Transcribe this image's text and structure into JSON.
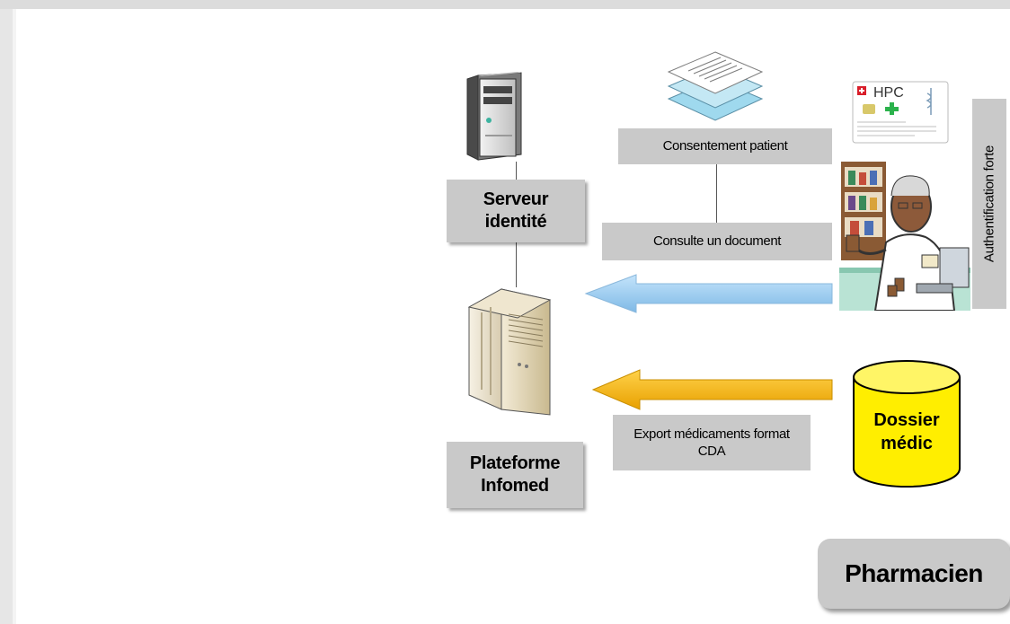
{
  "nodes": {
    "identity_server": "Serveur identité",
    "platform": "Plateforme Infomed",
    "database": "Dossier médic",
    "role": "Pharmacien"
  },
  "labels": {
    "consent": "Consentement patient",
    "consult": "Consulte un document",
    "export": "Export médicaments format CDA",
    "strong_auth": "Authentification forte",
    "card": "HPC"
  },
  "colors": {
    "label_bg": "#c9c9c9",
    "arrow_consult": "#9fd0f5",
    "arrow_export": "#f5b400",
    "database_fill": "#ffee00"
  }
}
